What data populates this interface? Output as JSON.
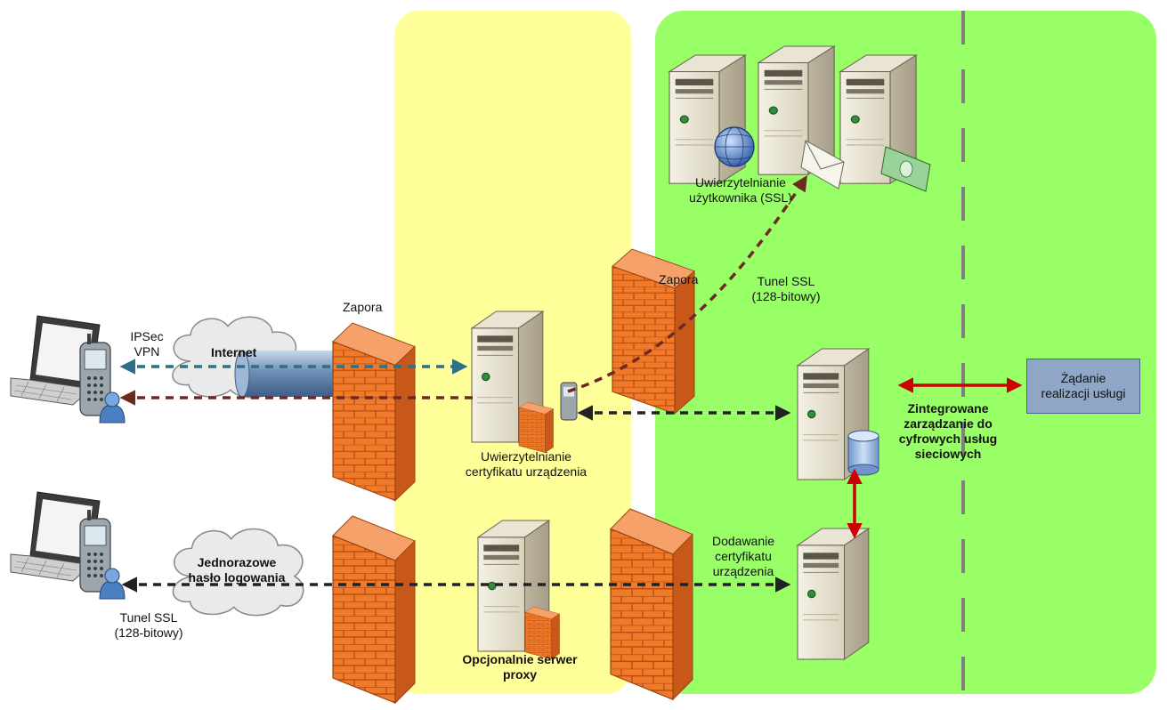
{
  "labels": {
    "internet": "Internet",
    "ipsec_vpn": "IPSec\nVPN",
    "zapora_left": "Zapora",
    "zapora_mid": "Zapora",
    "device_cert_auth": "Uwierzytelnianie\ncertyfikatu urządzenia",
    "user_auth_ssl": "Uwierzytelnianie\nużytkownika (SSL)",
    "ssl_tunnel_top": "Tunel SSL\n(128-bitowy)",
    "integrated_mgmt": "Zintegrowane\nzarządzanie do\ncyfrowych usług\nsieciowych",
    "service_request": "Żądanie\nrealizacji usługi",
    "one_time_password": "Jednorazowe\nhasło logowania",
    "ssl_tunnel_bottom": "Tunel SSL\n(128-bitowy)",
    "optional_proxy": "Opcjonalnie serwer\nproxy",
    "add_device_cert": "Dodawanie\ncertyfikatu\nurządzenia"
  },
  "colors": {
    "dmz_zone": "#ffff99",
    "internal_zone": "#99ff66",
    "firewall": "#f07a2a",
    "teal_arrow": "#2e7088",
    "brown_arrow": "#6e2a22",
    "black_arrow": "#222222",
    "red_arrow": "#cc0000",
    "service_box": "#8fa6c6"
  },
  "icons": [
    "laptop-icon",
    "phone-icon",
    "user-icon",
    "cloud-icon",
    "firewall-icon",
    "server-icon",
    "globe-icon",
    "envelope-icon",
    "money-icon",
    "database-icon"
  ]
}
